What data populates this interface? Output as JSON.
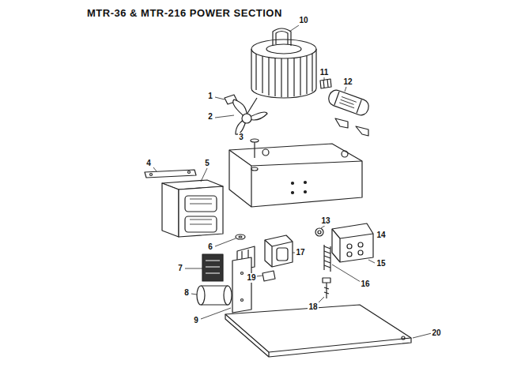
{
  "diagram": {
    "title": "MTR-36 & MTR-216 POWER SECTION",
    "labels": [
      "10",
      "11",
      "12",
      "1",
      "2",
      "3",
      "4",
      "5",
      "13",
      "14",
      "6",
      "17",
      "15",
      "19",
      "16",
      "18",
      "7",
      "8",
      "9",
      "20"
    ]
  }
}
